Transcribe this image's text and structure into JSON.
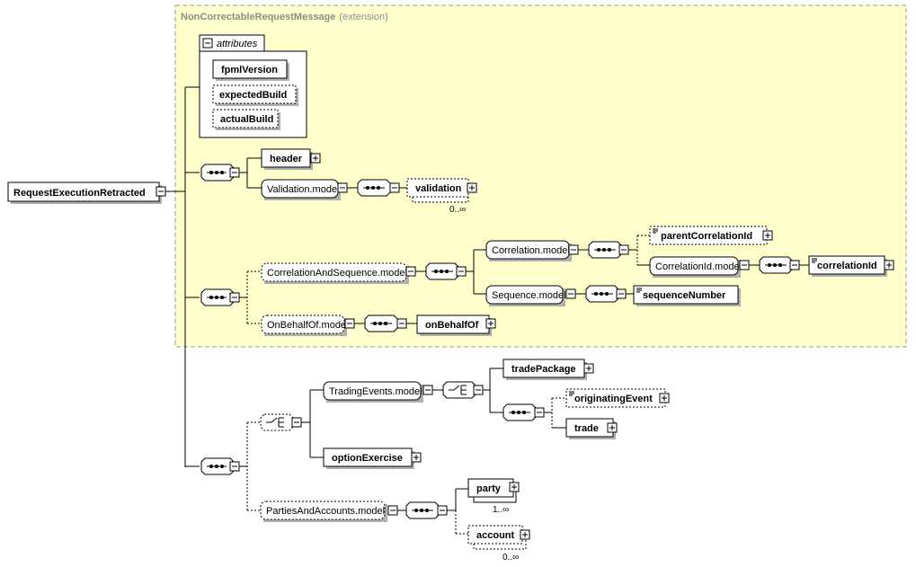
{
  "root": {
    "label": "RequestExecutionRetracted"
  },
  "extension": {
    "base": "NonCorrectableRequestMessage",
    "suffix": "(extension)"
  },
  "attributes": {
    "title": "attributes",
    "items": [
      "fpmlVersion",
      "expectedBuild",
      "actualBuild"
    ]
  },
  "elements": {
    "header": "header",
    "validation_model": "Validation.model",
    "validation": "validation",
    "validation_card": "0..∞",
    "correlation_and_sequence": "CorrelationAndSequence.model",
    "correlation_model": "Correlation.model",
    "parent_correlation_id": "parentCorrelationId",
    "correlation_id_model": "CorrelationId.model",
    "correlation_id": "correlationId",
    "sequence_model": "Sequence.model",
    "sequence_number": "sequenceNumber",
    "on_behalf_of_model": "OnBehalfOf.model",
    "on_behalf_of": "onBehalfOf",
    "trading_events_model": "TradingEvents.model",
    "trade_package": "tradePackage",
    "originating_event": "originatingEvent",
    "trade": "trade",
    "option_exercise": "optionExercise",
    "parties_and_accounts": "PartiesAndAccounts.model",
    "party": "party",
    "party_card": "1..∞",
    "account": "account",
    "account_card": "0..∞"
  },
  "colors": {
    "extension_bg": "#ffffcc",
    "extension_text": "#8c8c8c"
  }
}
